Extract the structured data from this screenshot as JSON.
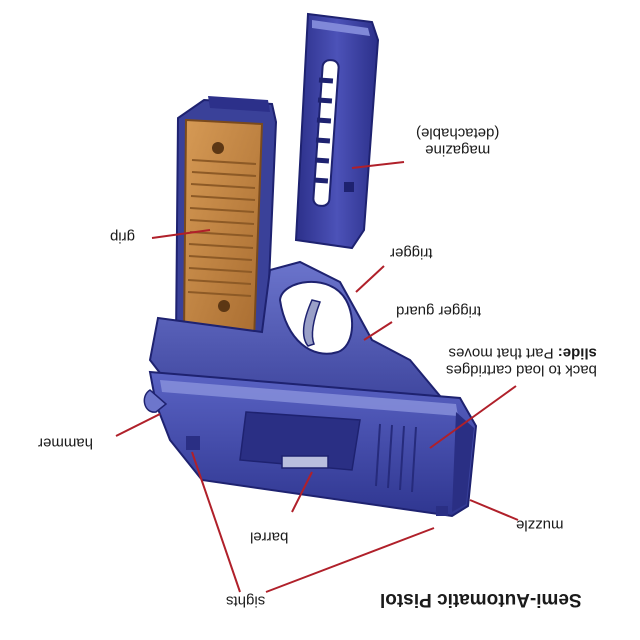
{
  "title": "Semi-Automatic Pistol",
  "labels": {
    "magazine": "magazine",
    "magazine_note": "(detachable)",
    "grip": "grip",
    "trigger": "trigger",
    "trigger_guard": "trigger guard",
    "slide_term": "slide:",
    "slide_desc_1": "Part that moves",
    "slide_desc_2": "back to load cartridges",
    "hammer": "hammer",
    "barrel": "barrel",
    "muzzle": "muzzle",
    "sights": "sights"
  },
  "colors": {
    "slide_blue": "#3f48a8",
    "slide_light": "#6f78d0",
    "grip_wood": "#c88a46",
    "grip_dark": "#8d5a26",
    "magazine_blue": "#3b3fa0",
    "leader": "#b0202a"
  }
}
